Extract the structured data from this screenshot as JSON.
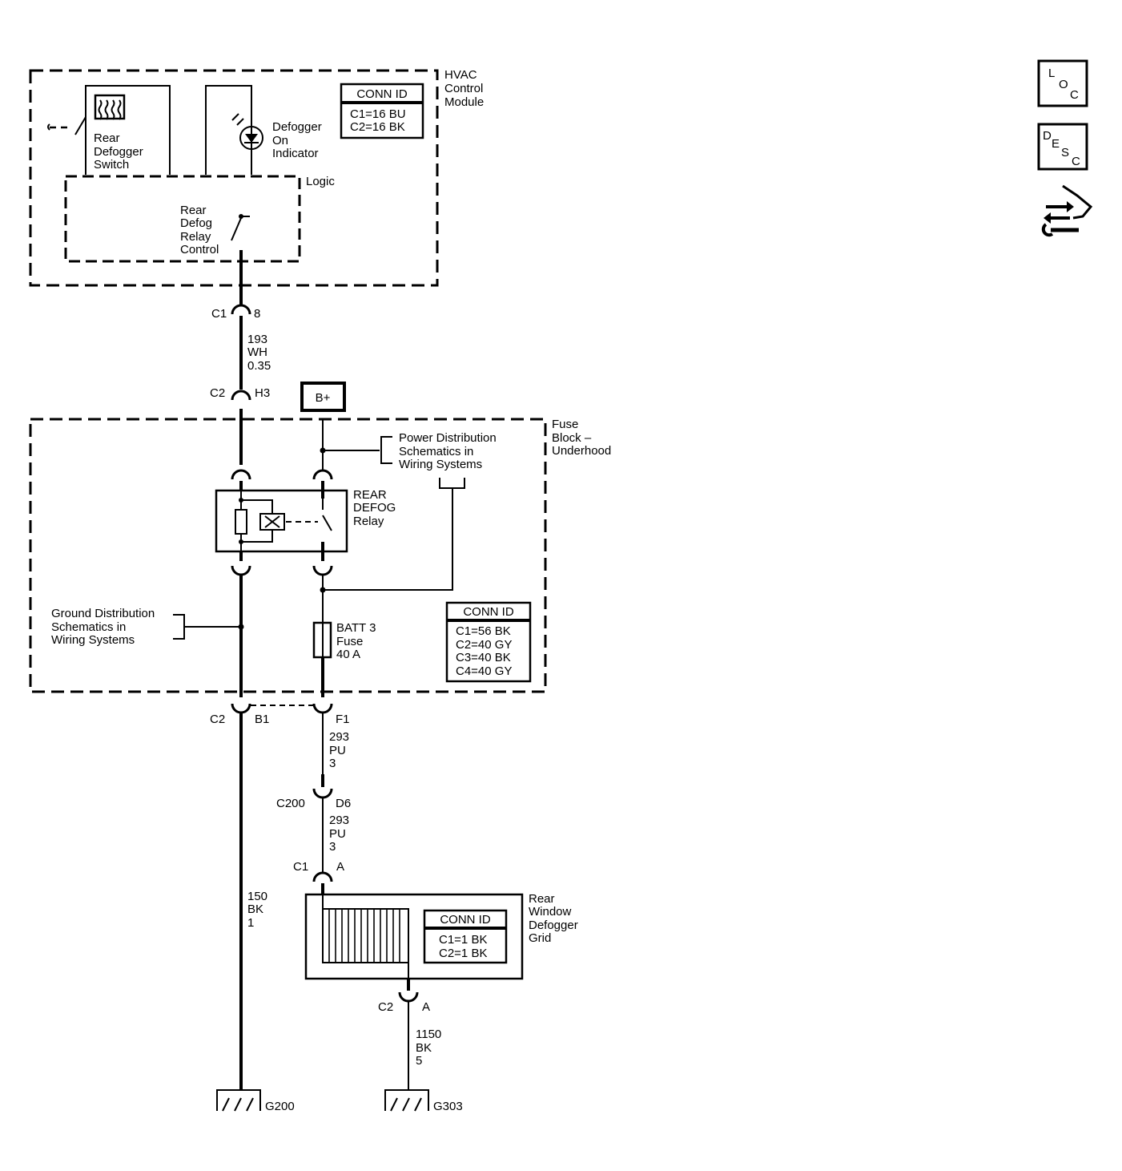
{
  "icons": {
    "loc": [
      "L",
      "O",
      "C"
    ],
    "desc": [
      "D",
      "E",
      "S",
      "C"
    ],
    "navigation": "arrows-wrench-hand-icon"
  },
  "hvac": {
    "title": [
      "HVAC",
      "Control",
      "Module"
    ],
    "conn_title": "CONN ID",
    "conn": [
      "C1=16 BU",
      "C2=16 BK"
    ],
    "switch_label": [
      "Rear",
      "Defogger",
      "Switch"
    ],
    "indicator_label": [
      "Defogger",
      "On",
      "Indicator"
    ],
    "logic_label": "Logic",
    "relay_control_label": [
      "Rear",
      "Defog",
      "Relay",
      "Control"
    ]
  },
  "connectors": {
    "c1_hvac": [
      "C1",
      "8"
    ],
    "wire_193": [
      "193",
      "WH",
      "0.35"
    ],
    "c2_h3": [
      "C2",
      "H3"
    ],
    "c2_b1": [
      "C2",
      "B1"
    ],
    "f1": "F1",
    "wire_293a": [
      "293",
      "PU",
      "3"
    ],
    "c200": [
      "C200",
      "D6"
    ],
    "wire_293b": [
      "293",
      "PU",
      "3"
    ],
    "c1_a": [
      "C1",
      "A"
    ],
    "c2_a": [
      "C2",
      "A"
    ],
    "wire_150": [
      "150",
      "BK",
      "1"
    ],
    "wire_1150": [
      "1150",
      "BK",
      "5"
    ]
  },
  "fuse_block": {
    "title": [
      "Fuse",
      "Block –",
      "Underhood"
    ],
    "b_plus": "B+",
    "power_ref": [
      "Power Distribution",
      "Schematics in",
      "Wiring Systems"
    ],
    "ground_ref": [
      "Ground Distribution",
      "Schematics in",
      "Wiring Systems"
    ],
    "relay_label": [
      "REAR",
      "DEFOG",
      "Relay"
    ],
    "fuse_label": [
      "BATT 3",
      "Fuse",
      "40 A"
    ],
    "conn_title": "CONN ID",
    "conn": [
      "C1=56 BK",
      "C2=40 GY",
      "C3=40 BK",
      "C4=40 GY"
    ]
  },
  "grid": {
    "title": [
      "Rear",
      "Window",
      "Defogger",
      "Grid"
    ],
    "conn_title": "CONN ID",
    "conn": [
      "C1=1 BK",
      "C2=1 BK"
    ]
  },
  "grounds": {
    "g200": "G200",
    "g303": "G303"
  }
}
